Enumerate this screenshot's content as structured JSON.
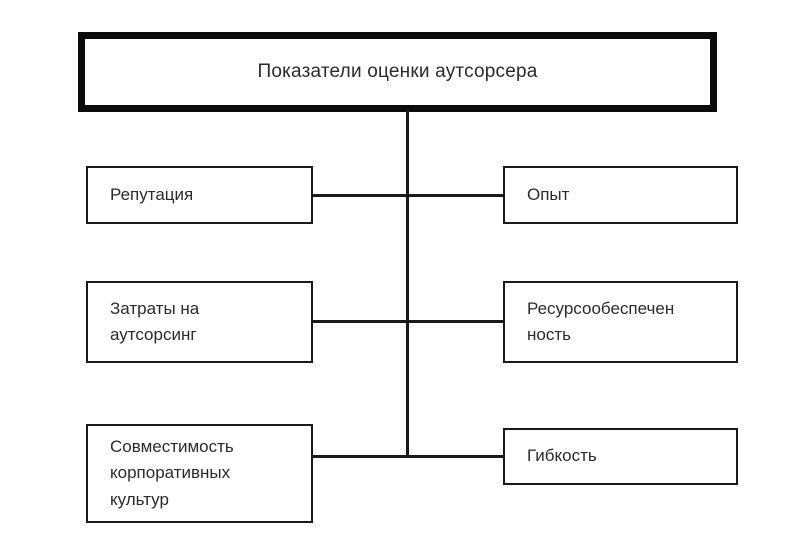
{
  "diagram": {
    "type": "hierarchy",
    "title": {
      "label": "Показатели оценки аутсорсера"
    },
    "left_column": [
      {
        "id": "reputation",
        "label": "Репутация"
      },
      {
        "id": "costs",
        "label": "Затраты на\nаутсорсинг"
      },
      {
        "id": "culture",
        "label": "Совместимость\nкорпоративных\nкультур"
      }
    ],
    "right_column": [
      {
        "id": "experience",
        "label": "Опыт"
      },
      {
        "id": "resources",
        "label": "Ресурсообеспечен\nность"
      },
      {
        "id": "flexibility",
        "label": "Гибкость"
      }
    ],
    "colors": {
      "border": "#1a1a1a",
      "title_border": "#0b0b0b",
      "text": "#2b2b2b",
      "background": "#ffffff",
      "connector": "#1a1a1a"
    }
  }
}
